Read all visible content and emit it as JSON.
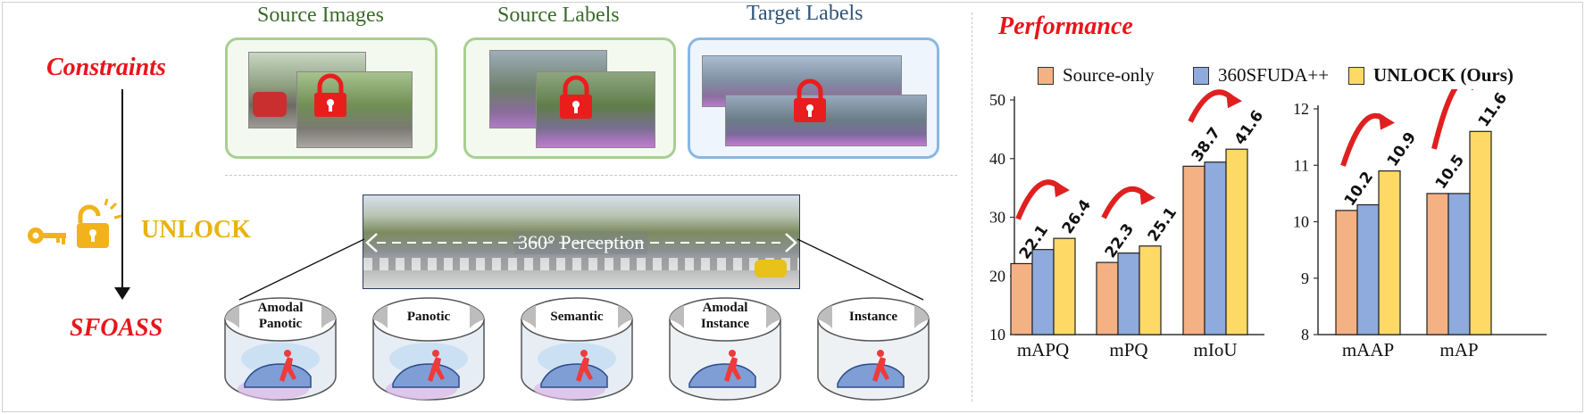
{
  "left": {
    "constraints_label": "Constraints",
    "unlock_label": "UNLOCK",
    "sfoass_label": "SFOASS"
  },
  "top": {
    "source_images_title": "Source Images",
    "source_labels_title": "Source Labels",
    "target_labels_title": "Target Labels"
  },
  "panorama": {
    "label": "360° Perception"
  },
  "tasks": [
    "Amodal Panotic",
    "Panotic",
    "Semantic",
    "Amodal Instance",
    "Instance"
  ],
  "performance": {
    "title": "Performance"
  },
  "colors": {
    "red": "#e8151b",
    "gold": "#e8b313",
    "green_title": "#3b6b2a",
    "blue_title": "#2f5479",
    "source_only": "#f4b183",
    "sfuda": "#8faadc",
    "unlock": "#ffd966"
  },
  "chart_data": [
    {
      "type": "bar",
      "categories": [
        "mAPQ",
        "mPQ",
        "mIoU"
      ],
      "series": [
        {
          "name": "Source-only",
          "values": [
            22.1,
            22.3,
            38.7
          ]
        },
        {
          "name": "360SFUDA++",
          "values": [
            24.5,
            23.9,
            39.4
          ]
        },
        {
          "name": "UNLOCK (Ours)",
          "values": [
            26.4,
            25.1,
            41.6
          ]
        }
      ],
      "ylim": [
        10,
        50
      ],
      "yticks": [
        "10",
        "20",
        "30",
        "40",
        "50"
      ],
      "data_labels": [
        {
          "category": "mAPQ",
          "low": "22.1",
          "high": "26.4"
        },
        {
          "category": "mPQ",
          "low": "22.3",
          "high": "25.1"
        },
        {
          "category": "mIoU",
          "low": "38.7",
          "high": "41.6"
        }
      ],
      "legend_position": "top"
    },
    {
      "type": "bar",
      "categories": [
        "mAAP",
        "mAP"
      ],
      "series": [
        {
          "name": "Source-only",
          "values": [
            10.2,
            10.5
          ]
        },
        {
          "name": "360SFUDA++",
          "values": [
            10.3,
            10.5
          ]
        },
        {
          "name": "UNLOCK (Ours)",
          "values": [
            10.9,
            11.6
          ]
        }
      ],
      "ylim": [
        8,
        12
      ],
      "yticks": [
        "8",
        "9",
        "10",
        "11",
        "12"
      ],
      "data_labels": [
        {
          "category": "mAAP",
          "low": "10.2",
          "high": "10.9"
        },
        {
          "category": "mAP",
          "low": "10.5",
          "high": "11.6"
        }
      ],
      "legend_position": "top"
    }
  ]
}
